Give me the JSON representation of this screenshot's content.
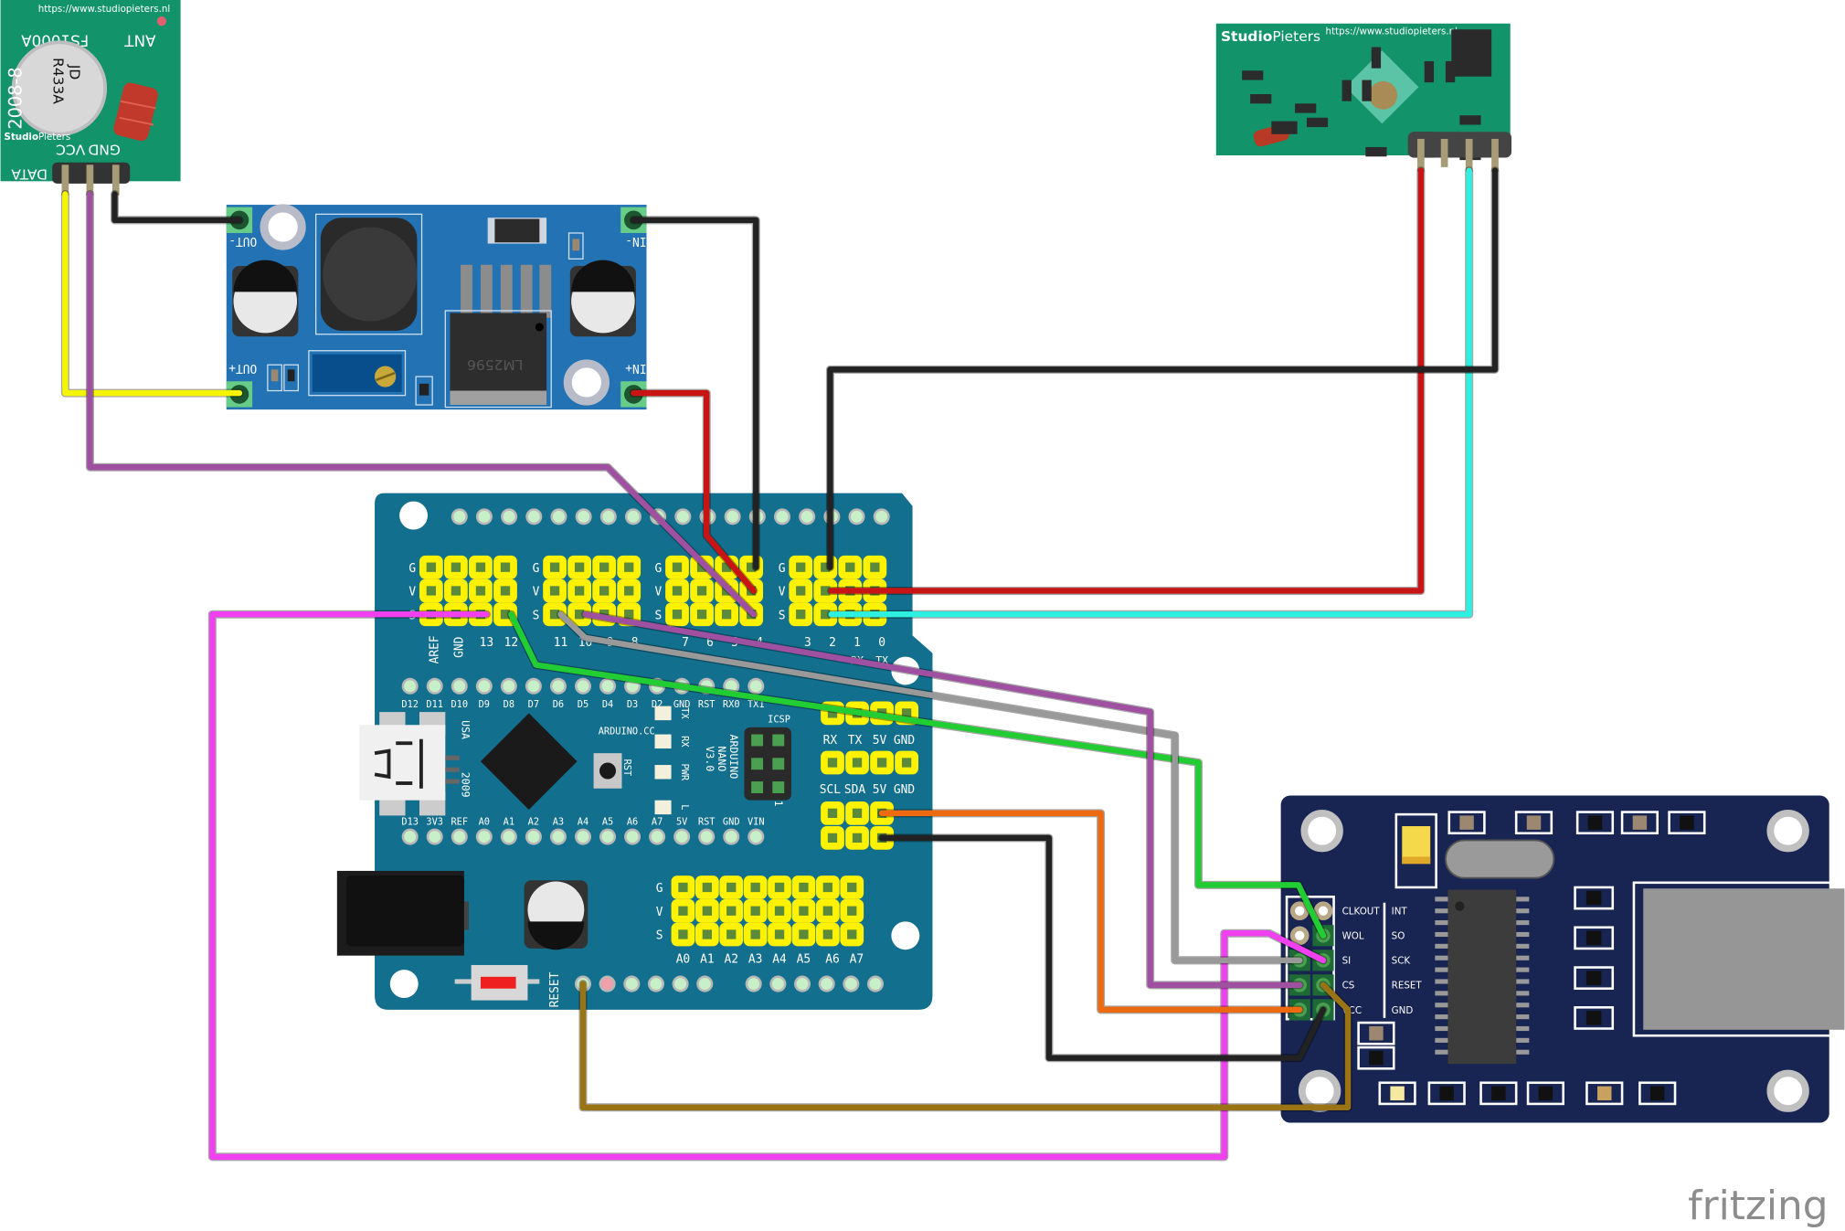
{
  "app": "Fritzing",
  "view": "Breadboard view",
  "logo_text": "fritzing",
  "colors": {
    "transmitter_pcb": "#12936a",
    "buck_pcb": "#2272b4",
    "shield_pcb": "#136f8e",
    "ethernet_pcb": "#182452",
    "header_yellow": "#fff200"
  },
  "transmitter": {
    "name": "FS1000A RF transmitter",
    "url": "https://www.studiopieters.nl",
    "model": "FS1000A",
    "antenna_label": "ANT",
    "crystal_text": [
      "JD",
      "R433A"
    ],
    "date": "2008-8",
    "brand_bold": "Studio",
    "brand_light": "Pieters",
    "pins": [
      "DATA",
      "VCC",
      "GND"
    ]
  },
  "receiver": {
    "name": "RF 433MHz receiver",
    "brand_bold": "Studio",
    "brand_light": "Pieters",
    "url": "https://www.studiopieters.nl"
  },
  "buck": {
    "name": "LM2596 DC-DC buck converter",
    "chip": "LM2596",
    "pins": {
      "out_minus": "OUT-",
      "out_plus": "OUT+",
      "in_minus": "IN-",
      "in_plus": "IN+"
    }
  },
  "shield": {
    "name": "Arduino Nano I/O expansion shield",
    "row_labels": [
      "G",
      "V",
      "S"
    ],
    "top_pin_labels": [
      "AREF",
      "GND",
      "13",
      "12",
      "11",
      "10",
      "9",
      "8",
      "7",
      "6",
      "5",
      "4",
      "3",
      "2",
      "1",
      "0"
    ],
    "serial_labels": [
      "RX",
      "TX"
    ],
    "uart_labels": [
      "RX",
      "TX",
      "5V",
      "GND"
    ],
    "i2c_labels": [
      "SCL",
      "SDA",
      "5V",
      "GND"
    ],
    "analog_labels": [
      "A0",
      "A1",
      "A2",
      "A3",
      "A4",
      "A5",
      "A6",
      "A7"
    ],
    "reset_label": "RESET"
  },
  "nano": {
    "name": "Arduino Nano V3.0",
    "top_pins": [
      "D12",
      "D11",
      "D10",
      "D9",
      "D8",
      "D7",
      "D6",
      "D5",
      "D4",
      "D3",
      "D2",
      "GND",
      "RST",
      "RX0",
      "TX1"
    ],
    "bottom_pins": [
      "D13",
      "3V3",
      "REF",
      "A0",
      "A1",
      "A2",
      "A3",
      "A4",
      "A5",
      "A6",
      "A7",
      "5V",
      "RST",
      "GND",
      "VIN"
    ],
    "leds": [
      "TX",
      "RX",
      "PWR",
      "L"
    ],
    "site": "ARDUINO.CC",
    "title_lines": [
      "ARDUINO",
      "NANO",
      "V3.0"
    ],
    "icsp": "ICSP",
    "icsp_pin1": "1",
    "usb_text": "USA",
    "year": "2009",
    "rst_label": "RST"
  },
  "ethernet": {
    "name": "ENC28J60 Ethernet module",
    "left_labels": [
      "CLKOUT",
      "WOL",
      "SI",
      "CS",
      "VCC"
    ],
    "right_labels": [
      "INT",
      "SO",
      "SCK",
      "RESET",
      "GND"
    ]
  },
  "wires": [
    {
      "id": "tx-data-to-buck-outplus",
      "color": "#f5f500",
      "from": "FS1000A DATA",
      "to": "Buck OUT+"
    },
    {
      "id": "tx-vcc-to-shield-s4",
      "color": "#a050a0",
      "from": "FS1000A VCC",
      "to": "Shield S pin 4"
    },
    {
      "id": "tx-gnd-to-buck-outminus",
      "color": "#222222",
      "from": "FS1000A GND",
      "to": "Buck OUT-"
    },
    {
      "id": "buck-inminus-to-shield-g4",
      "color": "#222222",
      "from": "Buck IN-",
      "to": "Shield G pin 4"
    },
    {
      "id": "buck-inplus-to-shield-v4",
      "color": "#c81414",
      "from": "Buck IN+",
      "to": "Shield V pin 4"
    },
    {
      "id": "rx-vcc-to-shield-v2",
      "color": "#c81414",
      "from": "Receiver VCC",
      "to": "Shield V pin 2"
    },
    {
      "id": "rx-data-to-shield-s2",
      "color": "#2ef0e0",
      "from": "Receiver DATA",
      "to": "Shield S pin 2"
    },
    {
      "id": "rx-gnd-to-shield-g2",
      "color": "#222222",
      "from": "Receiver GND",
      "to": "Shield G pin 2"
    },
    {
      "id": "shield-s13-to-eth-sck",
      "color": "#f040f0",
      "from": "Shield S pin 13",
      "to": "ENC28J60 SCK"
    },
    {
      "id": "shield-s12-to-eth-so",
      "color": "#22cc33",
      "from": "Shield S pin 12",
      "to": "ENC28J60 SO"
    },
    {
      "id": "shield-s11-to-eth-si",
      "color": "#999999",
      "from": "Shield S pin 11",
      "to": "ENC28J60 SI"
    },
    {
      "id": "shield-s10-to-eth-cs",
      "color": "#a050a0",
      "from": "Shield S pin 10",
      "to": "ENC28J60 CS"
    },
    {
      "id": "shield-5v-to-eth-vcc",
      "color": "#ee6a10",
      "from": "Shield 5V",
      "to": "ENC28J60 VCC"
    },
    {
      "id": "shield-gnd-to-eth-gnd",
      "color": "#222222",
      "from": "Shield GND",
      "to": "ENC28J60 GND"
    },
    {
      "id": "shield-reset-to-eth-reset",
      "color": "#9a7414",
      "from": "Shield RESET",
      "to": "ENC28J60 RESET"
    }
  ]
}
